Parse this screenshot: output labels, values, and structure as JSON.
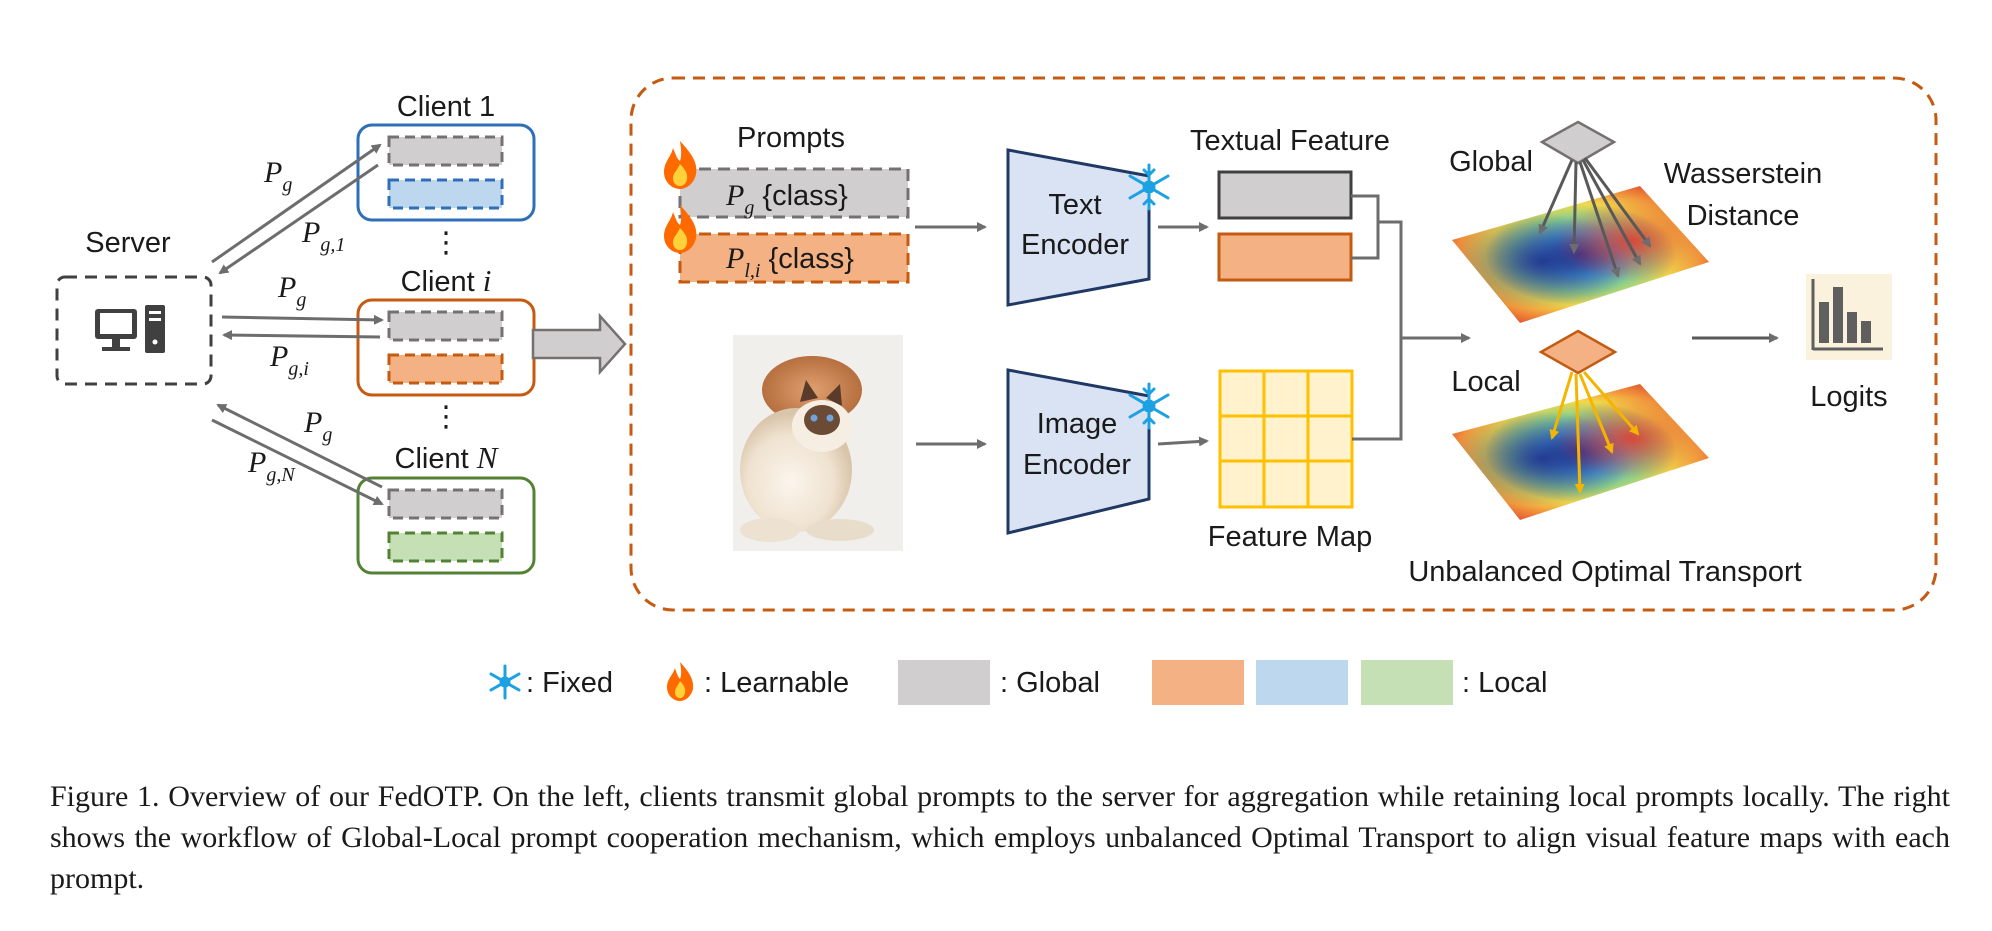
{
  "server": {
    "label": "Server"
  },
  "clients": [
    {
      "name": "Client ",
      "index": "1",
      "index_math": false,
      "color": "#2e6fb7",
      "local_fill": "#bdd7ee",
      "local_border": "#2e6fb7"
    },
    {
      "name": "Client ",
      "index": "i",
      "index_math": true,
      "color": "#c55a11",
      "local_fill": "#f4b183",
      "local_border": "#c55a11"
    },
    {
      "name": "Client ",
      "index": "N",
      "index_math": true,
      "color": "#548235",
      "local_fill": "#c5e0b4",
      "local_border": "#548235"
    }
  ],
  "ellipsis": "⋮",
  "arrows": {
    "pg": {
      "base": "P",
      "sub": "g"
    },
    "pg1": {
      "base": "P",
      "sub": "g,1"
    },
    "pgi": {
      "base": "P",
      "sub": "g,i"
    },
    "pgN": {
      "base": "P",
      "sub": "g,N"
    }
  },
  "prompts": {
    "title": "Prompts",
    "global": {
      "base": "P",
      "sub": "g",
      "suffix": " {class}"
    },
    "local": {
      "base": "P",
      "sub": "l,i",
      "suffix": " {class}"
    }
  },
  "encoders": {
    "text": [
      "Text",
      "Encoder"
    ],
    "image": [
      "Image",
      "Encoder"
    ]
  },
  "features": {
    "textual": "Textual Feature",
    "map": "Feature Map"
  },
  "ot": {
    "global": "Global",
    "local": "Local",
    "wasserstein": [
      "Wasserstein",
      "Distance"
    ],
    "unbalanced": "Unbalanced Optimal Transport",
    "logits": "Logits"
  },
  "legend": {
    "fixed": ": Fixed",
    "learnable": ": Learnable",
    "global": ": Global",
    "local": ": Local"
  },
  "colors": {
    "global_fill": "#d0cece",
    "global_border": "#767171",
    "local_orange_fill": "#f4b183",
    "local_blue_fill": "#bdd7ee",
    "local_green_fill": "#c5e0b4",
    "encoder_fill": "#dae3f3",
    "encoder_border": "#1f3864",
    "feature_map": "#ffc000",
    "frame": "#c55a11",
    "arrow": "#6d6d6d",
    "snowflake": "#1ca1e2",
    "flame": "#ff6a00"
  },
  "caption": "Figure 1. Overview of our FedOTP. On the left, clients transmit global prompts to the server for aggregation while retaining local prompts locally. The right shows the workflow of Global-Local prompt cooperation mechanism, which employs unbalanced Optimal Transport to align visual feature maps with each prompt."
}
